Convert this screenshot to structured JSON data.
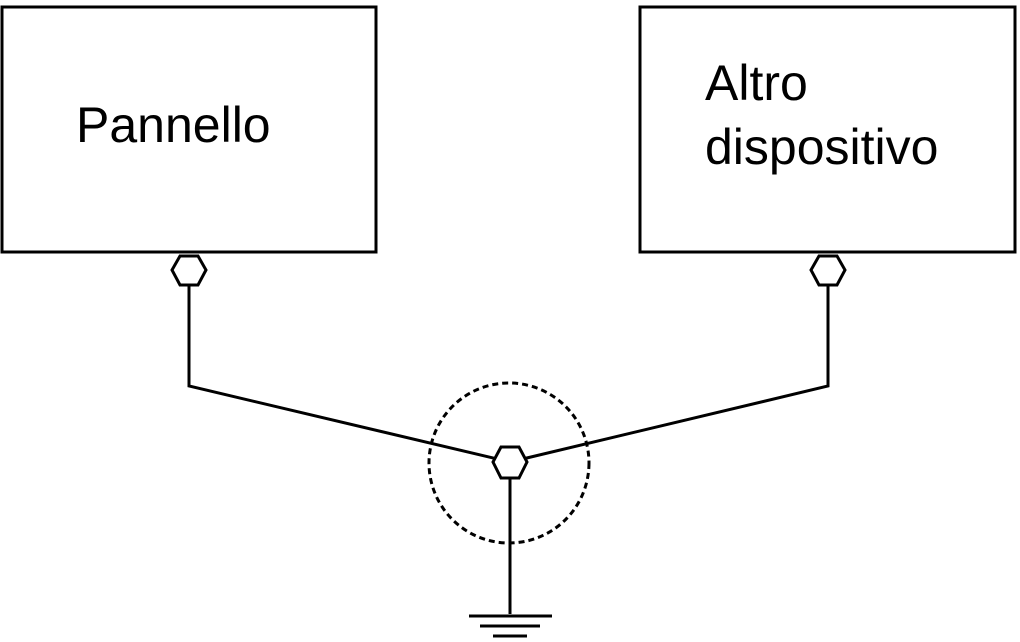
{
  "panel": {
    "label": "Pannello"
  },
  "device": {
    "label_line1": "Altro",
    "label_line2": "dispositivo"
  },
  "colors": {
    "stroke": "#000000",
    "background": "#ffffff"
  }
}
